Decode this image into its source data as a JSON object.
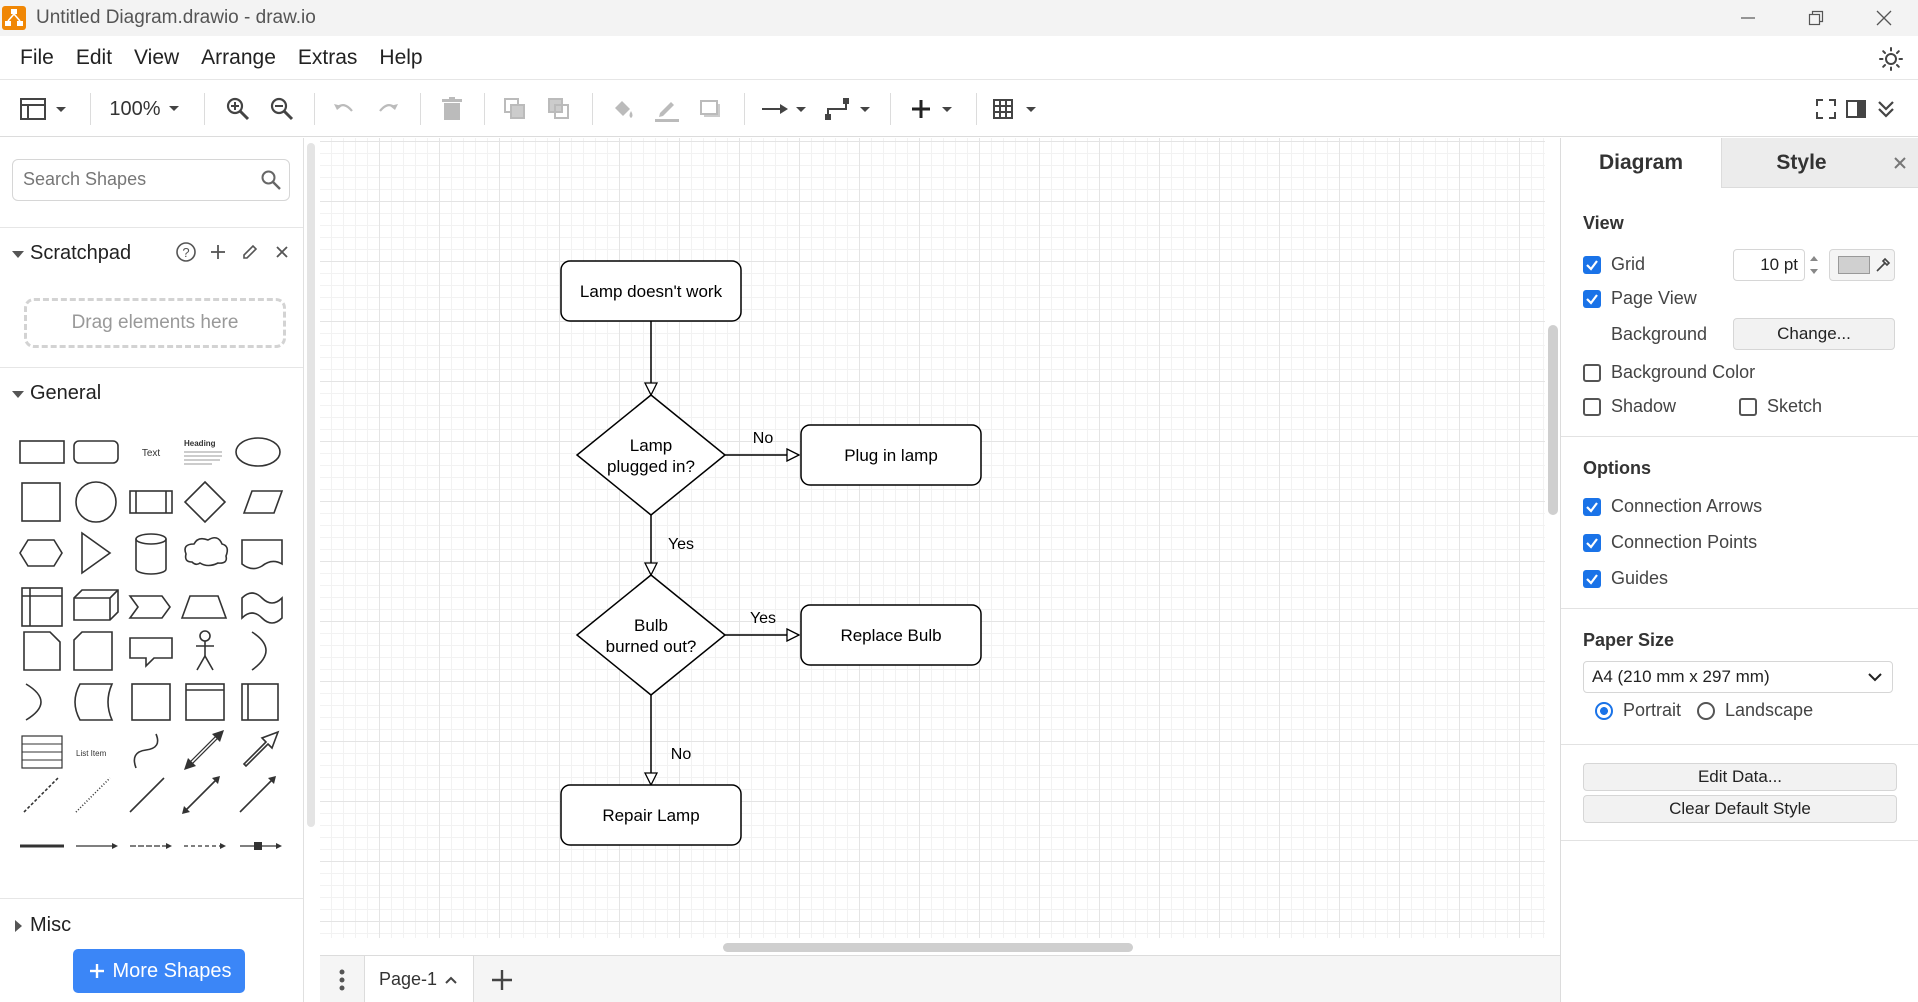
{
  "window": {
    "title": "Untitled Diagram.drawio - draw.io"
  },
  "menu": {
    "items": [
      "File",
      "Edit",
      "View",
      "Arrange",
      "Extras",
      "Help"
    ]
  },
  "toolbar": {
    "zoom": "100%"
  },
  "sidebar": {
    "search_placeholder": "Search Shapes",
    "scratchpad_title": "Scratchpad",
    "drop_hint": "Drag elements here",
    "general_title": "General",
    "misc_title": "Misc",
    "more_shapes_label": "More Shapes",
    "shape_text_label": "Text",
    "shape_heading_label": "Heading",
    "shape_list_item_label": "List Item"
  },
  "diagram": {
    "nodes": {
      "start": "Lamp doesn't work",
      "q1_line1": "Lamp",
      "q1_line2": "plugged in?",
      "plug": "Plug in lamp",
      "q2_line1": "Bulb",
      "q2_line2": "burned out?",
      "replace": "Replace Bulb",
      "repair": "Repair Lamp"
    },
    "edges": {
      "q1_no": "No",
      "q1_yes": "Yes",
      "q2_yes": "Yes",
      "q2_no": "No"
    }
  },
  "pages": {
    "current": "Page-1"
  },
  "format_panel": {
    "tab_diagram": "Diagram",
    "tab_style": "Style",
    "view_title": "View",
    "grid_label": "Grid",
    "grid_on": true,
    "grid_size": "10 pt",
    "page_view_label": "Page View",
    "page_view_on": true,
    "background_label": "Background",
    "change_label": "Change...",
    "background_color_label": "Background Color",
    "shadow_label": "Shadow",
    "sketch_label": "Sketch",
    "options_title": "Options",
    "connection_arrows_label": "Connection Arrows",
    "connection_points_label": "Connection Points",
    "guides_label": "Guides",
    "paper_size_title": "Paper Size",
    "paper_size_value": "A4 (210 mm x 297 mm)",
    "portrait_label": "Portrait",
    "landscape_label": "Landscape",
    "orientation": "Portrait",
    "edit_data_label": "Edit Data...",
    "clear_default_style_label": "Clear Default Style"
  },
  "colors": {
    "accent": "#1a73e8",
    "more_shapes_button": "#3b86f7",
    "logo": "#f08705"
  }
}
